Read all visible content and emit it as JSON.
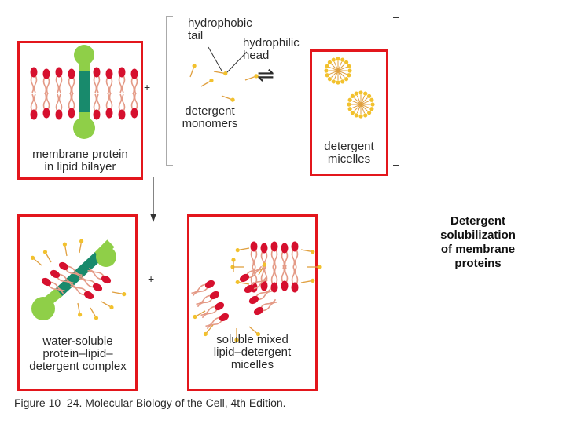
{
  "panels": {
    "membrane": {
      "label": [
        "membrane protein",
        "in lipid bilayer"
      ]
    },
    "micelles": {
      "label": [
        "detergent",
        "micelles"
      ]
    },
    "complex": {
      "label": [
        "water-soluble",
        "protein–lipid–",
        "detergent complex"
      ]
    },
    "mixed": {
      "label": [
        "soluble mixed",
        "lipid–detergent",
        "micelles"
      ]
    }
  },
  "monomers": {
    "tail_label": [
      "hydrophobic",
      "tail"
    ],
    "head_label": [
      "hydrophilic",
      "head"
    ],
    "label": [
      "detergent",
      "monomers"
    ]
  },
  "equilibrium_symbol": "⇌",
  "signs": {
    "plus_top": "+",
    "plus_bottom": "+",
    "minus_top": "–",
    "minus_bottom": "–"
  },
  "side_title": [
    "Detergent",
    "solubilization",
    "of membrane",
    "proteins"
  ],
  "caption": "Figure 10–24. Molecular Biology of the Cell, 4th Edition.",
  "colors": {
    "panel_border": "#e3161c",
    "lipid_head": "#d6102e",
    "lipid_tail": "#e49a86",
    "protein": "#8fcf48",
    "transmembrane": "#188a6c",
    "detergent_head": "#f2c12e",
    "detergent_tail": "#e0a040"
  }
}
